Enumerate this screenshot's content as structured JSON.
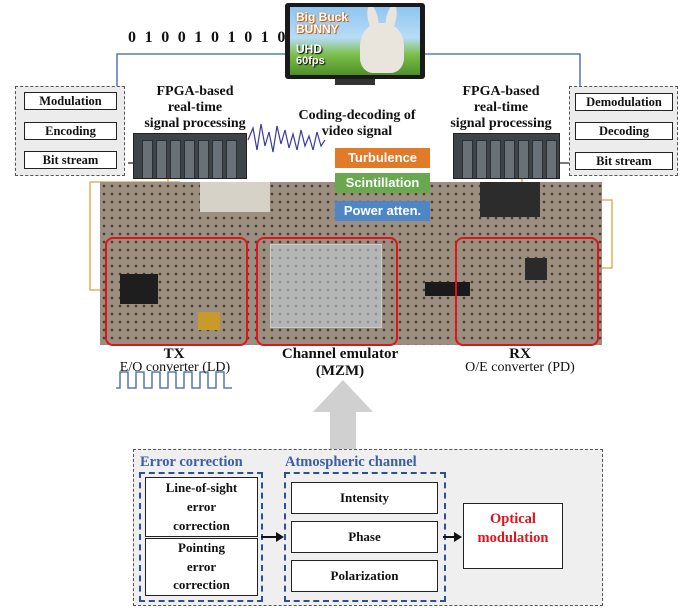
{
  "bitstream_bits": "0 1 0 0 1 0 1 0 1 0 1 0 1",
  "video": {
    "title": "Big Buck BUNNY",
    "uhd": "UHD",
    "fps": "60fps"
  },
  "tx_side": {
    "heading": [
      "FPGA-based",
      "real-time",
      "signal processing"
    ],
    "flow": [
      "Modulation",
      "Encoding",
      "Bit stream"
    ]
  },
  "rx_side": {
    "heading": [
      "FPGA-based",
      "real-time",
      "signal processing"
    ],
    "flow": [
      "Demodulation",
      "Decoding",
      "Bit stream"
    ]
  },
  "coding_label": [
    "Coding-decoding of",
    "video signal"
  ],
  "channel_effects": [
    {
      "label": "Turbulence",
      "color": "#e07b2a"
    },
    {
      "label": "Scintillation",
      "color": "#6aa84f"
    },
    {
      "label": "Power atten.",
      "color": "#4f86c6"
    }
  ],
  "tx": {
    "title": "TX",
    "subtitle": "E/O converter (LD)"
  },
  "channel": {
    "title": "Channel emulator",
    "subtitle": "(MZM)"
  },
  "rx": {
    "title": "RX",
    "subtitle": "O/E converter (PD)"
  },
  "bottom": {
    "error_title": "Error correction",
    "error_items": [
      [
        "Line-of-sight",
        "error",
        "correction"
      ],
      [
        "Pointing",
        "error",
        "correction"
      ]
    ],
    "atm_title": "Atmospheric channel",
    "atm_items": [
      "Intensity",
      "Phase",
      "Polarization"
    ],
    "output": [
      "Optical",
      "modulation"
    ],
    "output_color": "#e0141b"
  }
}
